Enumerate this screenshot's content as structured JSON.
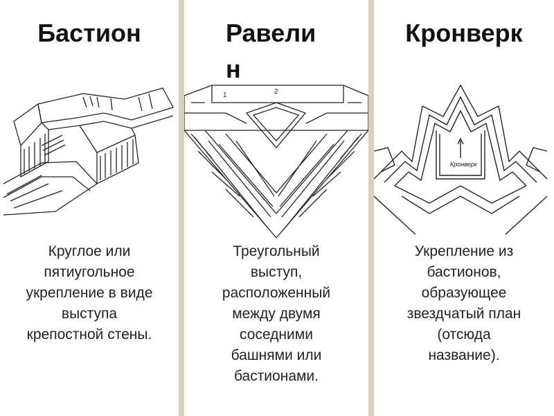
{
  "columns": [
    {
      "title": "Бастион",
      "description_lines": [
        "Круглое или",
        "пятиугольное",
        "укрепление в виде",
        "выступа",
        "крепостной стены."
      ]
    },
    {
      "title_lines": [
        "Равели",
        "н"
      ],
      "illustration_labels": [
        "1",
        "2"
      ],
      "description_lines": [
        "Треугольный",
        "выступ,",
        "расположенный",
        "между двумя",
        "соседними",
        "башнями или",
        "бастионами."
      ]
    },
    {
      "title": "Кронверк",
      "illustration_label": "Кронверк",
      "description_lines": [
        "Укрепление из",
        "бастионов,",
        "образующее",
        "звездчатый план",
        "(отсюда",
        "название)."
      ]
    }
  ]
}
